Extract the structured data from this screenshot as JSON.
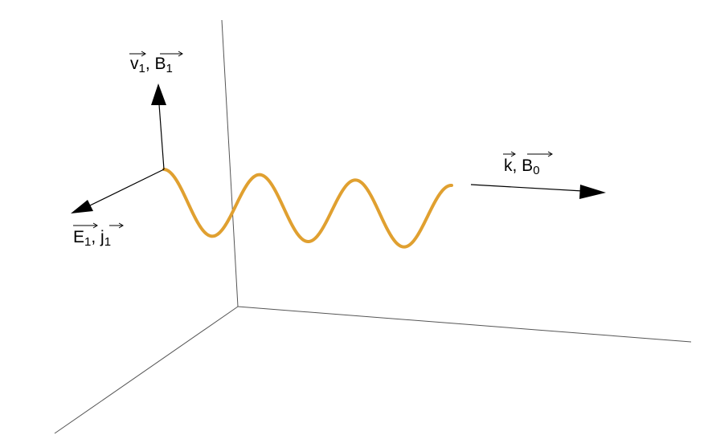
{
  "colors": {
    "background": "#ffffff",
    "axes": "#555555",
    "arrows": "#000000",
    "wave": "#e0a030"
  },
  "labels": {
    "vB": {
      "v": "v",
      "v_sub": "1",
      "sep": ", ",
      "B": "B",
      "B_sub": "1"
    },
    "Ej": {
      "E": "E",
      "E_sub": "1",
      "sep": ", ",
      "j": "j",
      "j_sub": "1"
    },
    "kB": {
      "k": "k",
      "sep": ", ",
      "B": "B",
      "B_sub": "0"
    }
  }
}
